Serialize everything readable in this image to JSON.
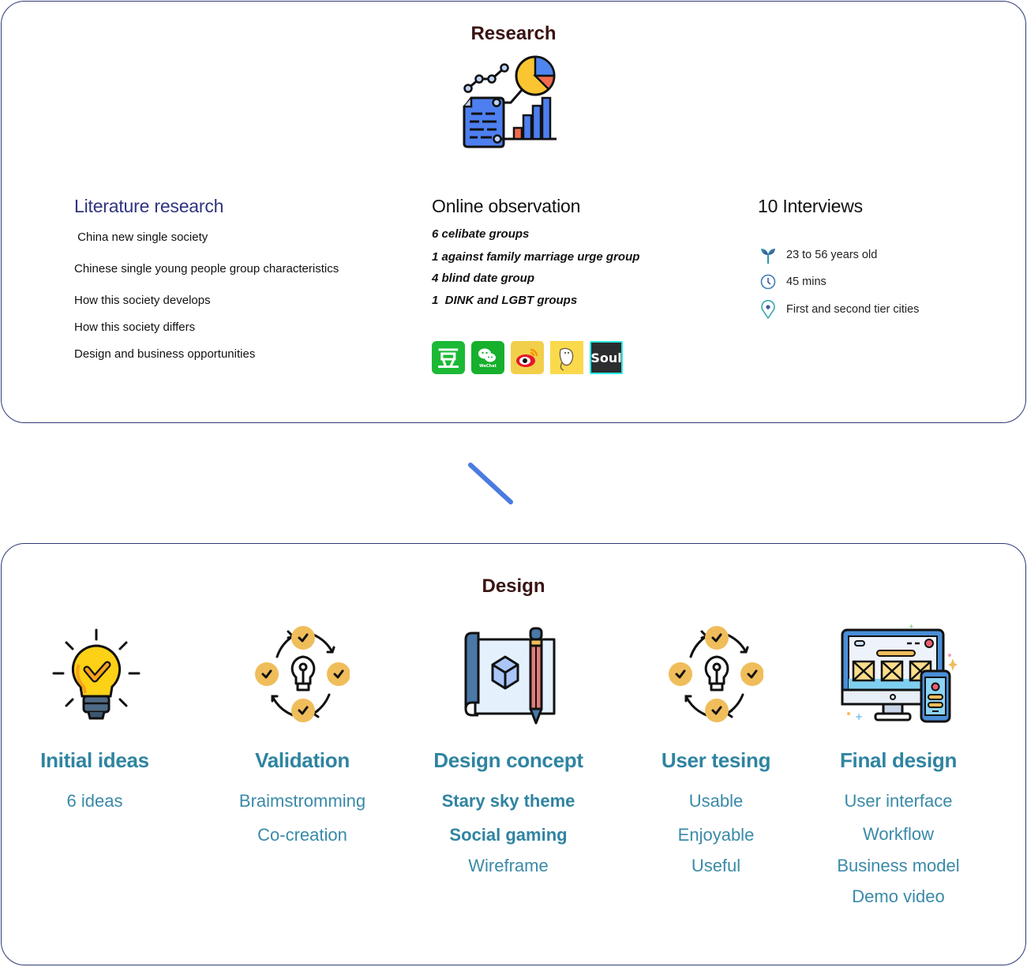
{
  "research": {
    "title": "Research",
    "icon": "research-analytics-icon",
    "literature": {
      "heading": "Literature research",
      "items": [
        " China new single society",
        "Chinese single young people group characteristics",
        "How this society develops",
        "How this society differs",
        "Design and business opportunities"
      ]
    },
    "online": {
      "heading": "Online observation",
      "items": [
        "6 celibate groups",
        "1 against family marriage urge group",
        "4 blind date group",
        "1  DINK and LGBT groups"
      ],
      "apps": [
        {
          "name": "douban-app-icon",
          "glyph": "豆"
        },
        {
          "name": "wechat-app-icon",
          "glyph": "WeChat"
        },
        {
          "name": "weibo-app-icon",
          "glyph": ""
        },
        {
          "name": "qiyu-app-icon",
          "glyph": ""
        },
        {
          "name": "soul-app-icon",
          "glyph": "Soul"
        }
      ]
    },
    "interviews": {
      "heading": "10 Interviews",
      "items": [
        {
          "icon": "sprout-icon",
          "text": "23 to 56 years old"
        },
        {
          "icon": "clock-icon",
          "text": "45 mins"
        },
        {
          "icon": "location-pin-icon",
          "text": "First and second tier cities"
        }
      ]
    }
  },
  "transition": {
    "icon": "chevron-down-icon",
    "color": "#4a7be0"
  },
  "design": {
    "title": "Design",
    "steps": [
      {
        "icon": "lightbulb-check-icon",
        "title": "Initial ideas",
        "items": [
          "6 ideas"
        ]
      },
      {
        "icon": "idea-cycle-icon",
        "title": "Validation",
        "items": [
          "Braimstromming",
          "Co-creation"
        ]
      },
      {
        "icon": "blueprint-pencil-icon",
        "title": "Design concept",
        "items": [
          "Stary sky theme",
          "Social gaming",
          "Wireframe"
        ]
      },
      {
        "icon": "idea-cycle-icon",
        "title": "User tesing",
        "items": [
          "Usable",
          "Enjoyable",
          "Useful"
        ]
      },
      {
        "icon": "monitor-phone-icon",
        "title": "Final design",
        "items": [
          "User interface",
          "Workflow",
          "Business model",
          "Demo video"
        ]
      }
    ]
  },
  "colors": {
    "border": "#2f3a78",
    "section_title": "#3a1412",
    "literature_heading": "#2f347e",
    "step_text": "#2f84a1",
    "accent_yellow": "#f0bd5b"
  }
}
